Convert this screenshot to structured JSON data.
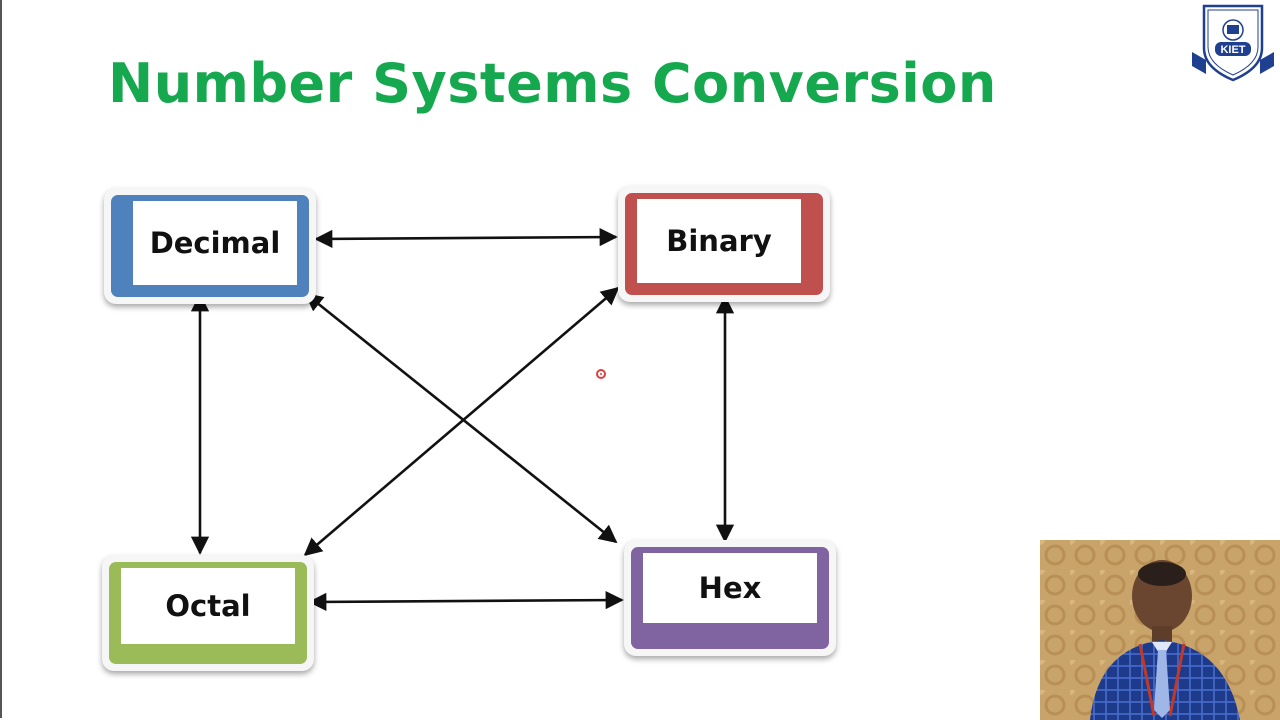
{
  "title": "Number Systems Conversion",
  "nodes": {
    "decimal": "Decimal",
    "binary": "Binary",
    "octal": "Octal",
    "hex": "Hex"
  },
  "logo_text": "KIET",
  "colors": {
    "title": "#16a84f",
    "decimal": "#4f81bd",
    "binary": "#c0504d",
    "octal": "#9bbb59",
    "hex": "#8064a2"
  }
}
